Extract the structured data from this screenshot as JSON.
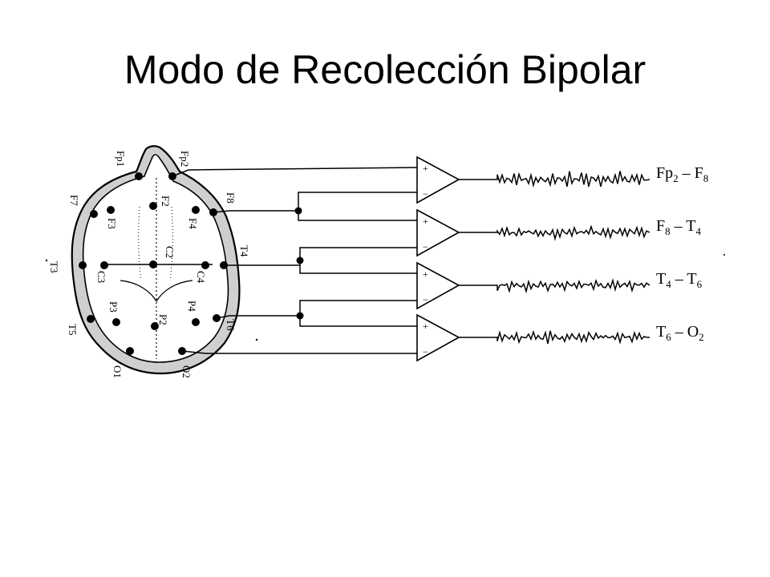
{
  "slide": {
    "title": "Modo de Recolección Bipolar"
  },
  "head": {
    "electrodes": {
      "fp1": "Fp1",
      "fp2": "Fp2",
      "f7": "F7",
      "f3": "F3",
      "fz": "F2",
      "f4": "F4",
      "f8": "F8",
      "t3": "T3",
      "c3": "C3",
      "cz": "C2",
      "c4": "C4",
      "t4": "T4",
      "t5": "T5",
      "p3": "P3",
      "pz": "P2",
      "p4": "P4",
      "t6": "T6",
      "o1": "O1",
      "o2": "O2"
    }
  },
  "amplifier": {
    "plus": "+",
    "minus": "−"
  },
  "channels": [
    {
      "base1": "Fp",
      "sub1": "2",
      "sep": " – ",
      "base2": "F",
      "sub2": "8"
    },
    {
      "base1": "F",
      "sub1": "8",
      "sep": " – ",
      "base2": "T",
      "sub2": "4"
    },
    {
      "base1": "T",
      "sub1": "4",
      "sep": " – ",
      "base2": "T",
      "sub2": "6"
    },
    {
      "base1": "T",
      "sub1": "6",
      "sep": " – ",
      "base2": "O",
      "sub2": "2"
    }
  ]
}
